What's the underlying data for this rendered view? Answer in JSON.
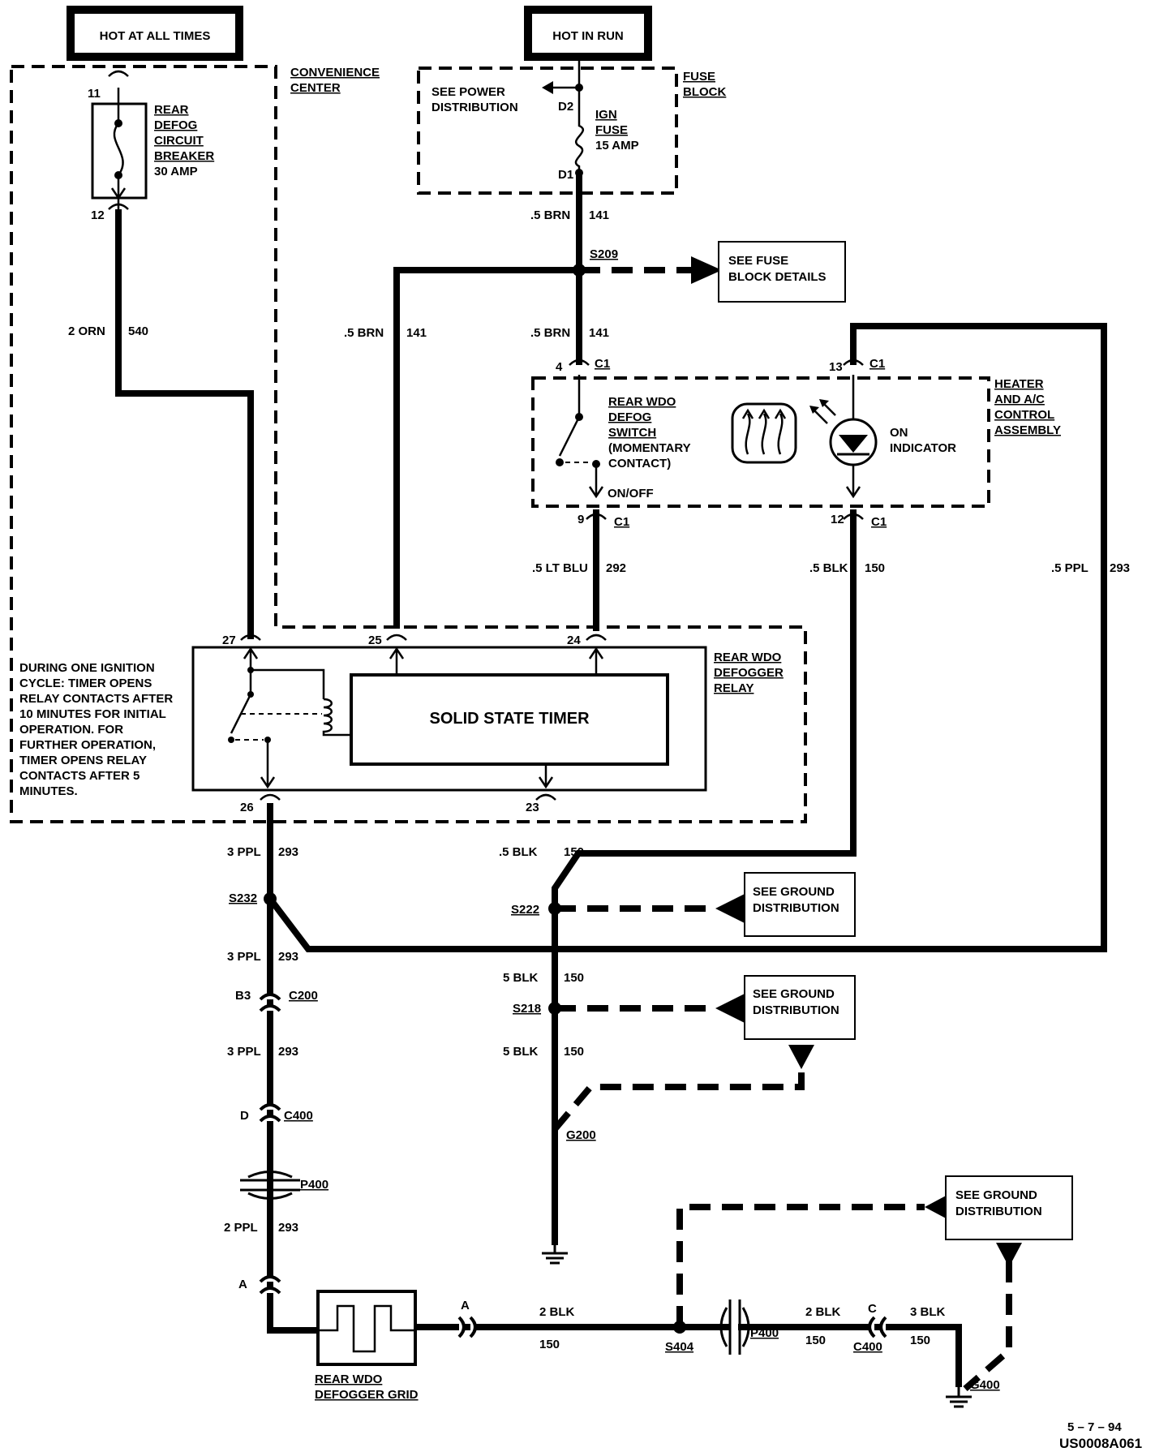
{
  "supplies": {
    "hot_at_all_times": "HOT AT ALL TIMES",
    "hot_in_run": "HOT IN RUN"
  },
  "convenience_center": {
    "line1": "CONVENIENCE",
    "line2": "CENTER"
  },
  "fuse_block": {
    "line1": "FUSE",
    "line2": "BLOCK",
    "see_power": [
      "SEE  POWER",
      "DISTRIBUTION"
    ],
    "terminal_top": "D2",
    "terminal_bottom": "D1",
    "fuse": [
      "IGN",
      "FUSE",
      "15 AMP"
    ]
  },
  "circuit_breaker": {
    "lines": [
      "REAR",
      "DEFOG",
      "CIRCUIT",
      "BREAKER",
      "30 AMP"
    ],
    "pin_top": "11",
    "pin_bottom": "12"
  },
  "refs": {
    "fuse_block_details": [
      "SEE FUSE",
      "BLOCK DETAILS"
    ],
    "ground_distribution": [
      "SEE GROUND",
      "DISTRIBUTION"
    ]
  },
  "heater_ac": {
    "assembly": [
      "HEATER",
      "AND A/C",
      "CONTROL",
      "ASSEMBLY"
    ],
    "switch": [
      "REAR WDO",
      "DEFOG",
      "SWITCH",
      "(MOMENTARY",
      "CONTACT)"
    ],
    "on_indicator": [
      "ON",
      "INDICATOR"
    ],
    "on_off": "ON/OFF",
    "connector": "C1",
    "pins": {
      "p4": "4",
      "p13": "13",
      "p9": "9",
      "p12": "12"
    }
  },
  "relay": {
    "name": [
      "REAR WDO",
      "DEFOGGER",
      "RELAY"
    ],
    "timer": "SOLID STATE TIMER",
    "note": [
      "DURING ONE IGNITION",
      "CYCLE:  TIMER OPENS",
      "RELAY CONTACTS AFTER",
      "10 MINUTES FOR INITIAL",
      "OPERATION. FOR",
      "FURTHER OPERATION,",
      "TIMER OPENS RELAY",
      "CONTACTS AFTER 5",
      "MINUTES."
    ],
    "pins": {
      "p27": "27",
      "p25": "25",
      "p24": "24",
      "p26": "26",
      "p23": "23"
    }
  },
  "wires": {
    "brn_top": ".5 BRN",
    "n141": "141",
    "orn": "2 ORN",
    "n540": "540",
    "lt_blu": ".5 LT BLU",
    "n292": "292",
    "blk_5": ".5 BLK",
    "n150": "150",
    "ppl_5": ".5 PPL",
    "n293": "293",
    "ppl_3": "3 PPL",
    "blk5": "5 BLK",
    "ppl_2": "2 PPL",
    "blk_2": "2 BLK",
    "blk_3": "3 BLK"
  },
  "splices": {
    "s209": "S209",
    "s232": "S232",
    "s222": "S222",
    "s218": "S218",
    "s404": "S404"
  },
  "connectors": {
    "c200": "C200",
    "c400": "C400",
    "p400": "P400",
    "b3": "B3",
    "d": "D",
    "a": "A",
    "c": "C"
  },
  "grounds": {
    "g200": "G200",
    "g400": "G400"
  },
  "grid": [
    "REAR WDO",
    "DEFOGGER GRID"
  ],
  "footer": {
    "date": "5 – 7 – 94",
    "code": "US0008A061"
  }
}
